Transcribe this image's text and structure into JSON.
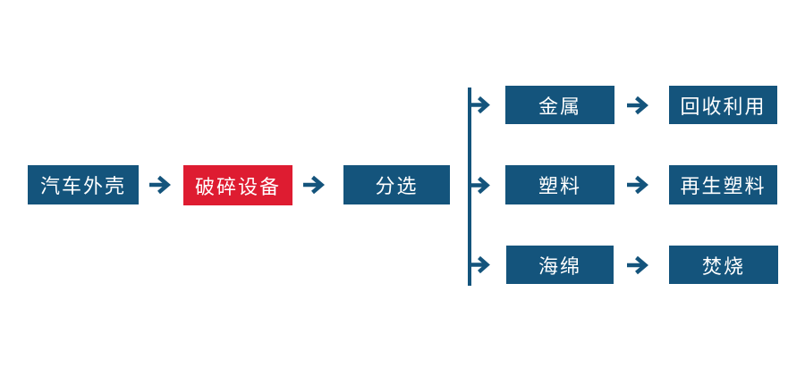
{
  "colors": {
    "node_blue": "#14547c",
    "node_red": "#de1c31",
    "arrow_blue": "#14547c",
    "text_white": "#ffffff",
    "background": "#ffffff"
  },
  "diagram": {
    "main_flow": [
      {
        "label": "汽车外壳"
      },
      {
        "label": "破碎设备"
      },
      {
        "label": "分选"
      }
    ],
    "branches": [
      {
        "material": "金属",
        "disposal": "回收利用"
      },
      {
        "material": "塑料",
        "disposal": "再生塑料"
      },
      {
        "material": "海绵",
        "disposal": "焚烧"
      }
    ]
  }
}
